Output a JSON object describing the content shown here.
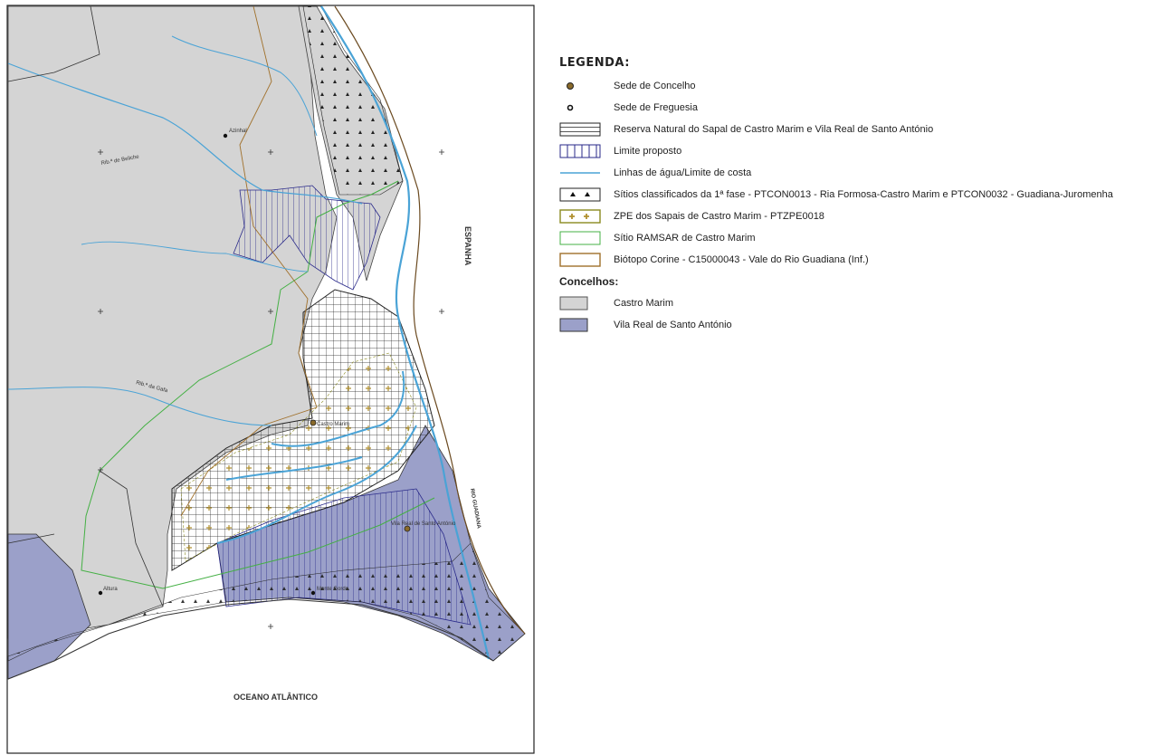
{
  "map": {
    "country_label": "ESPANHA",
    "ocean_label": "OCEANO ATLÂNTICO",
    "river_label": "RIO GUADIANA",
    "places": [
      {
        "label": "Azinhal",
        "kind": "freguesia"
      },
      {
        "label": "Castro Marim",
        "kind": "concelho"
      },
      {
        "label": "Vila Real de Santo António",
        "kind": "concelho"
      },
      {
        "label": "Monte Gordo",
        "kind": "freguesia"
      },
      {
        "label": "Altura",
        "kind": "freguesia"
      }
    ],
    "stream_labels": [
      "Rib.ª de Beliche",
      "Rib.ª da Gafa"
    ]
  },
  "legend": {
    "title": "LEGENDA:",
    "items": [
      {
        "symbol": "sede-concelho",
        "label": "Sede de Concelho"
      },
      {
        "symbol": "sede-freguesia",
        "label": "Sede de Freguesia"
      },
      {
        "symbol": "reserva-natural",
        "label": "Reserva Natural do Sapal de Castro Marim e Vila Real de Santo António"
      },
      {
        "symbol": "limite-proposto",
        "label": "Limite proposto"
      },
      {
        "symbol": "linhas-agua",
        "label": "Linhas de água/Limite de costa"
      },
      {
        "symbol": "sitios-classificados",
        "label": "Sítios classificados da 1ª fase - PTCON0013 - Ria Formosa-Castro Marim e PTCON0032 - Guadiana-Juromenha"
      },
      {
        "symbol": "zpe",
        "label": "ZPE dos Sapais de Castro Marim - PTZPE0018"
      },
      {
        "symbol": "ramsar",
        "label": "Sítio RAMSAR de Castro Marim"
      },
      {
        "symbol": "biotopo",
        "label": "Biótopo Corine - C15000043 - Vale do Rio Guadiana (Inf.)"
      }
    ],
    "concelhos_title": "Concelhos:",
    "concelhos": [
      {
        "label": "Castro Marim",
        "color": "#d4d4d4"
      },
      {
        "label": "Vila Real de Santo António",
        "color": "#9ba0c9"
      }
    ]
  },
  "colors": {
    "castro_marim": "#d4d4d4",
    "vila_real": "#9ba0c9",
    "water": "#4aa3d6",
    "ramsar": "#44b044",
    "biotopo": "#a0702a",
    "limite": "#2a2a8a",
    "zpe": "#8a8a20"
  }
}
